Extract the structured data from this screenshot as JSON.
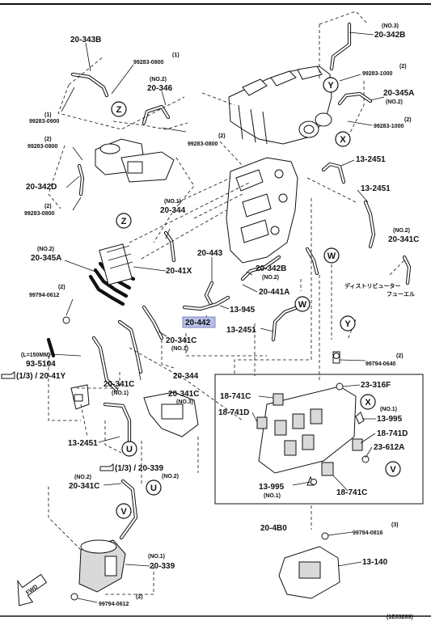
{
  "callouts": {
    "hose_20_343B": "20-343B",
    "clip_99283_0800_1": "99283-0800",
    "clip_99283_0800_1_note": "(1)",
    "clip_99283_0900": "99283-0900",
    "clip_99283_0900_note": "(1)",
    "hose_20_346": "20-346",
    "hose_20_346_note": "(NO.2)",
    "clip_99283_0800_2a": "99283-0800",
    "clip_99283_0800_2a_note": "(2)",
    "clip_99283_0800_2b": "99283-0800",
    "clip_99283_0800_2b_note": "(2)",
    "clip_99283_0800_2c": "99283-0800",
    "clip_99283_0800_2c_note": "(2)",
    "hose_20_342D": "20-342D",
    "hose_20_342B": "20-342B",
    "hose_20_342B_note": "(NO.3)",
    "clip_99283_1000_a": "99283-1000",
    "clip_99283_1000_a_note": "(2)",
    "hose_20_345A_r": "20-345A",
    "hose_20_345A_r_note": "(NO.2)",
    "clip_99283_1000_b": "99283-1000",
    "clip_99283_1000_b_note": "(2)",
    "hose_13_2451_a": "13-2451",
    "hose_13_2451_b": "13-2451",
    "hose_20_341C_r": "20-341C",
    "hose_20_341C_r_note": "(NO.2)",
    "distributor_note_line1": "ディストリビューター",
    "distributor_note_line2": "フューエル",
    "hose_20_344_a": "20-344",
    "hose_20_344_a_note": "(NO.1)",
    "hose_20_345A_l": "20-345A",
    "hose_20_345A_l_note": "(NO.2)",
    "part_20_41X": "20-41X",
    "hose_20_443": "20-443",
    "hose_20_342B_mid": "20-342B",
    "hose_20_342B_mid_note": "(NO.2)",
    "hose_20_441A": "20-441A",
    "bolt_99794_0612_a": "99794-0612",
    "bolt_99794_0612_a_note": "(2)",
    "hose_13_945": "13-945",
    "hose_20_442": "20-442",
    "hose_13_2451_c": "13-2451",
    "hose_20_341C_mid": "20-341C",
    "hose_20_341C_mid_note": "(NO.1)",
    "length_note": "(L=150MM)",
    "hose_93_5104": "93-5104",
    "ref_1_3_20_41Y": "(1/3) / 20-41Y",
    "hose_20_341C_l": "20-341C",
    "hose_20_341C_l_note": "(NO.1)",
    "hose_20_344_b": "20-344",
    "hose_20_341C_n3": "20-341C",
    "hose_20_341C_n3_note": "(NO.3)",
    "bolt_99794_0640": "99794-0640",
    "bolt_99794_0640_note": "(2)",
    "part_23_316F": "23-316F",
    "part_18_741C_a": "18-741C",
    "part_18_741D_a": "18-741D",
    "part_13_995_a": "13-995",
    "part_13_995_a_note": "(NO.1)",
    "part_18_741D_b": "18-741D",
    "part_23_612A": "23-612A",
    "hose_13_2451_d": "13-2451",
    "ref_1_3_20_339": "(1/3) / 20-339",
    "ref_1_3_20_339_note": "(NO.2)",
    "hose_20_341C_bl": "20-341C",
    "hose_20_341C_bl_note": "(NO.2)",
    "part_13_995_b": "13-995",
    "part_13_995_b_note": "(NO.1)",
    "part_18_741C_b": "18-741C",
    "assy_20_4B0": "20-4B0",
    "bolt_99794_0816": "99794-0816",
    "bolt_99794_0816_note": "(3)",
    "canister_20_339": "20-339",
    "canister_20_339_note": "(NO.1)",
    "bracket_13_140": "13-140",
    "bolt_99794_0612_b": "99794-0612",
    "bolt_99794_0612_b_note": "(2)",
    "fwd_arrow": "FWD",
    "doc_code": "(1E03289)"
  },
  "connectors": {
    "Z1": "Z",
    "Z2": "Z",
    "Y1": "Y",
    "Y2": "Y",
    "X1": "X",
    "X2": "X",
    "W1": "W",
    "W2": "W",
    "U1": "U",
    "U2": "U",
    "V1": "V",
    "V2": "V"
  },
  "colors": {
    "highlight": "#b8bfe8",
    "line": "#111111"
  }
}
